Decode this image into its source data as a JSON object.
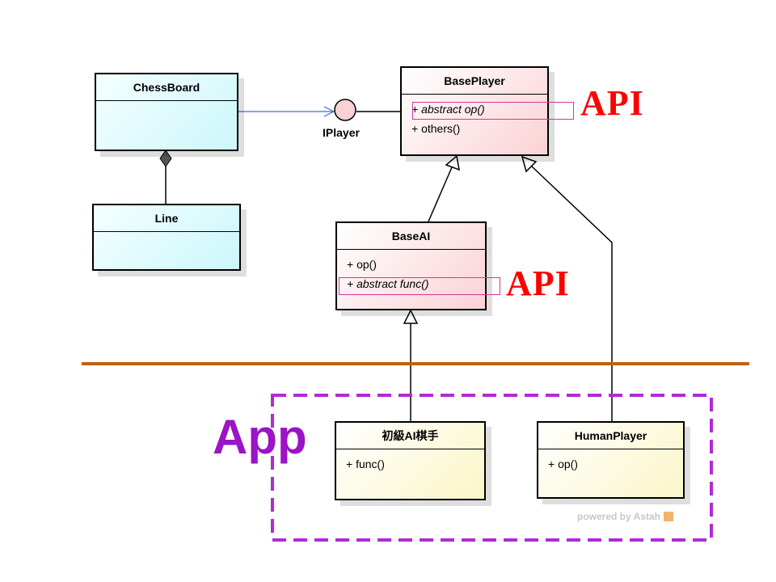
{
  "classes": {
    "chessboard": {
      "name": "ChessBoard"
    },
    "line": {
      "name": "Line"
    },
    "baseplayer": {
      "name": "BasePlayer",
      "ops": [
        "+ abstract op()",
        "+ others()"
      ]
    },
    "baseai": {
      "name": "BaseAI",
      "ops": [
        "+ op()",
        "+ abstract func()"
      ]
    },
    "beginner_ai": {
      "name": "初級AI棋手",
      "ops": [
        "+ func()"
      ]
    },
    "humanplayer": {
      "name": "HumanPlayer",
      "ops": [
        "+ op()"
      ]
    }
  },
  "interface": {
    "name": "IPlayer"
  },
  "annotations": {
    "api_1": "API",
    "api_2": "API",
    "app": "App"
  },
  "watermark": "powered by Astah",
  "colors": {
    "class_blue": "#ccf7fa",
    "class_pink": "#fbd2d4",
    "class_yellow": "#fbf6c8",
    "api_red": "#ff0000",
    "app_purple": "#9b14c6",
    "divider_orange": "#c0620a",
    "dependency_blue": "#3a6fd8"
  }
}
